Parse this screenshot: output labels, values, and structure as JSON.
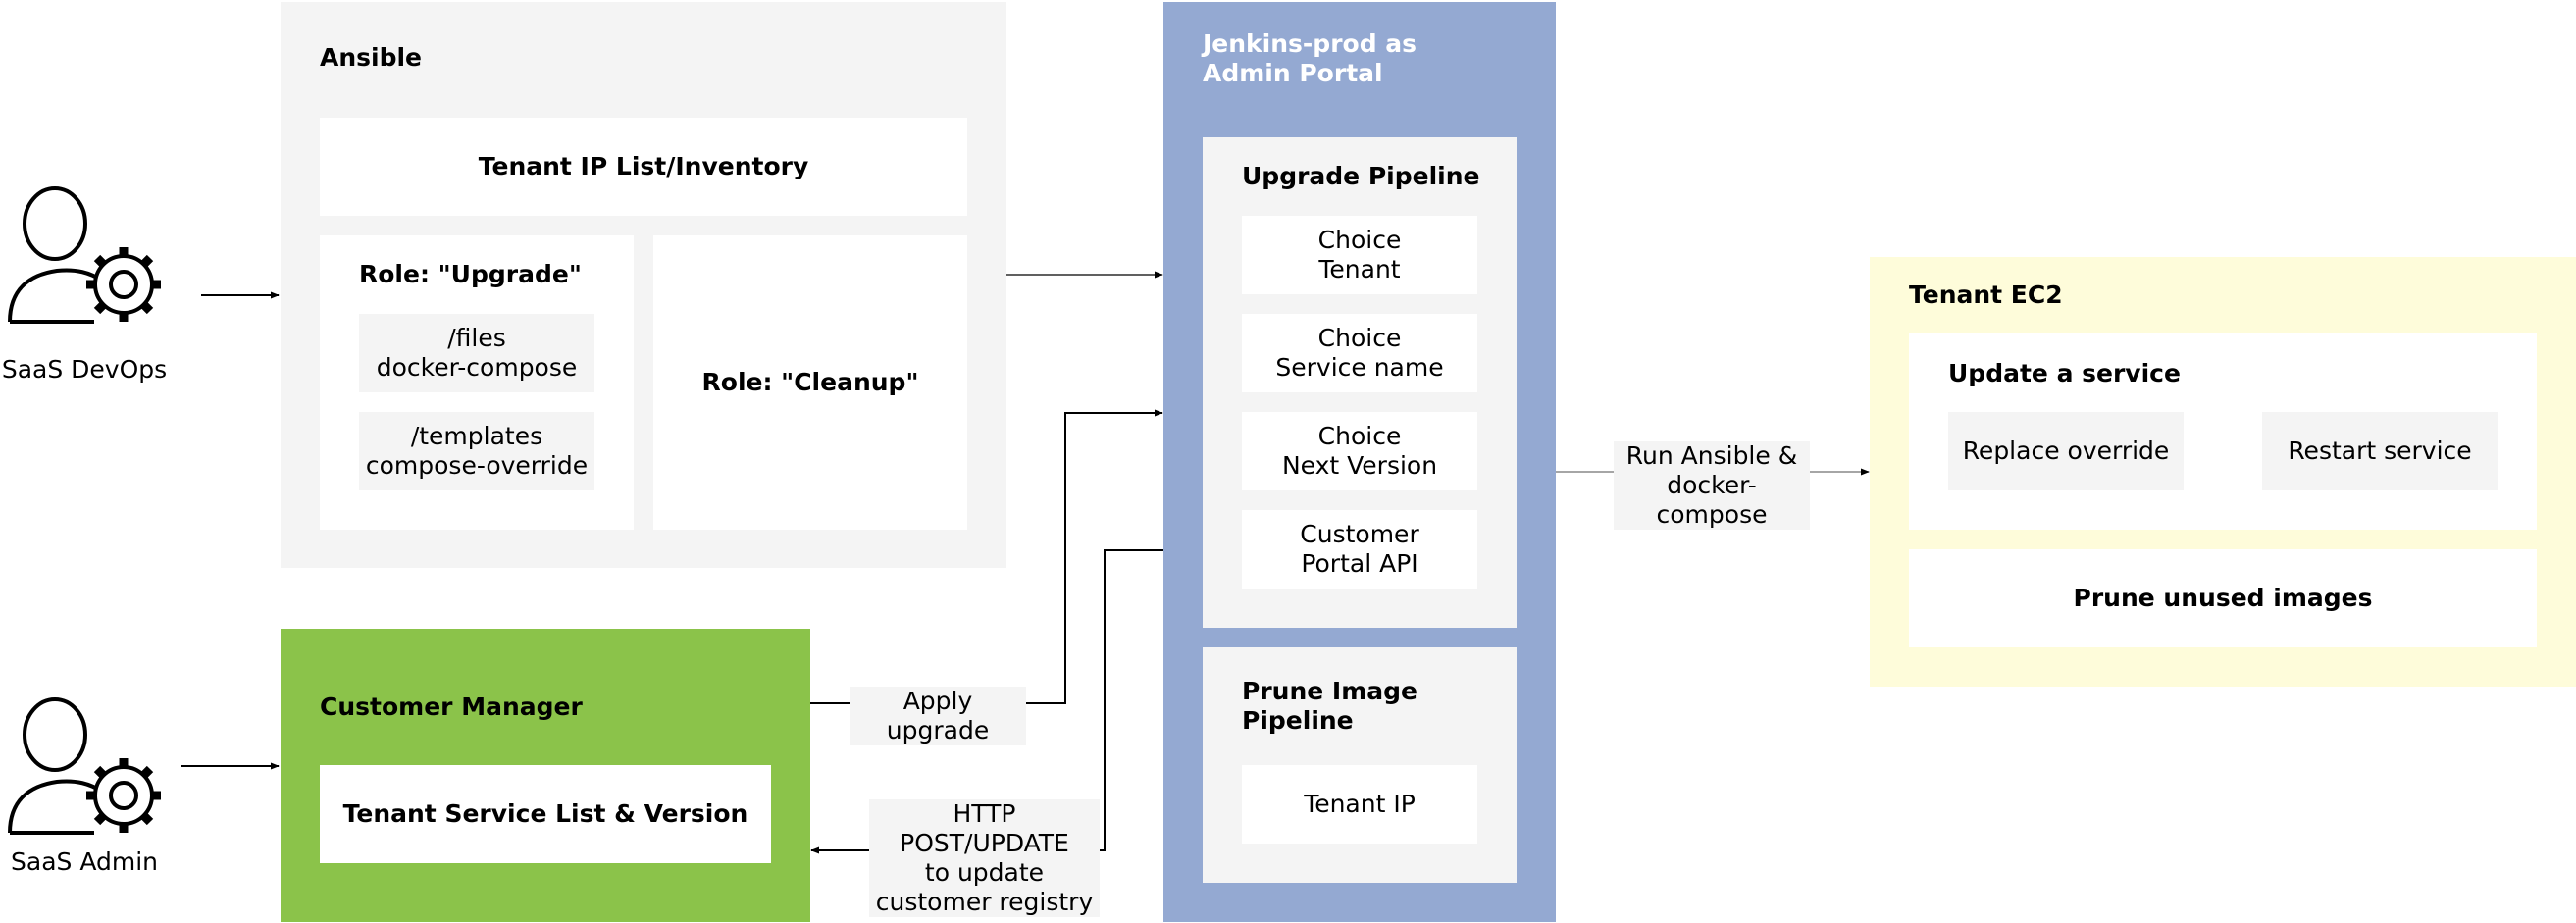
{
  "actors": {
    "devops": {
      "label": "SaaS DevOps",
      "icon": "user-gear-icon"
    },
    "admin": {
      "label": "SaaS Admin",
      "icon": "user-gear-icon"
    }
  },
  "ansible": {
    "title": "Ansible",
    "inventory": "Tenant IP List/Inventory",
    "role_upgrade": {
      "title": "Role: \"Upgrade\"",
      "items": [
        "/files\ndocker-compose",
        "/templates\ncompose-override"
      ]
    },
    "role_cleanup": "Role: \"Cleanup\""
  },
  "customer_manager": {
    "title": "Customer Manager",
    "list": "Tenant Service List & Version"
  },
  "jenkins": {
    "title": "Jenkins-prod as\nAdmin Portal",
    "upgrade_pipeline": {
      "title": "Upgrade Pipeline",
      "choices": [
        "Choice\nTenant",
        "Choice\nService name",
        "Choice\nNext Version",
        "Customer\nPortal API"
      ]
    },
    "prune_pipeline": {
      "title": "Prune Image\nPipeline",
      "item": "Tenant IP"
    }
  },
  "tenant_ec2": {
    "title": "Tenant EC2",
    "update": {
      "title": "Update a service",
      "steps": [
        "Replace override",
        "Restart service"
      ]
    },
    "prune": "Prune unused images"
  },
  "edges": {
    "apply_upgrade": "Apply upgrade",
    "http_post": "HTTP POST/UPDATE\nto update\ncustomer registry",
    "run_ansible": "Run Ansible &\ndocker-compose"
  },
  "colors": {
    "ansible_bg": "#f4f4f4",
    "jenkins_bg": "#94a9d2",
    "customer_manager_bg": "#8bc34a",
    "tenant_ec2_bg": "#fefcda",
    "inner_gray": "#f4f4f4"
  }
}
